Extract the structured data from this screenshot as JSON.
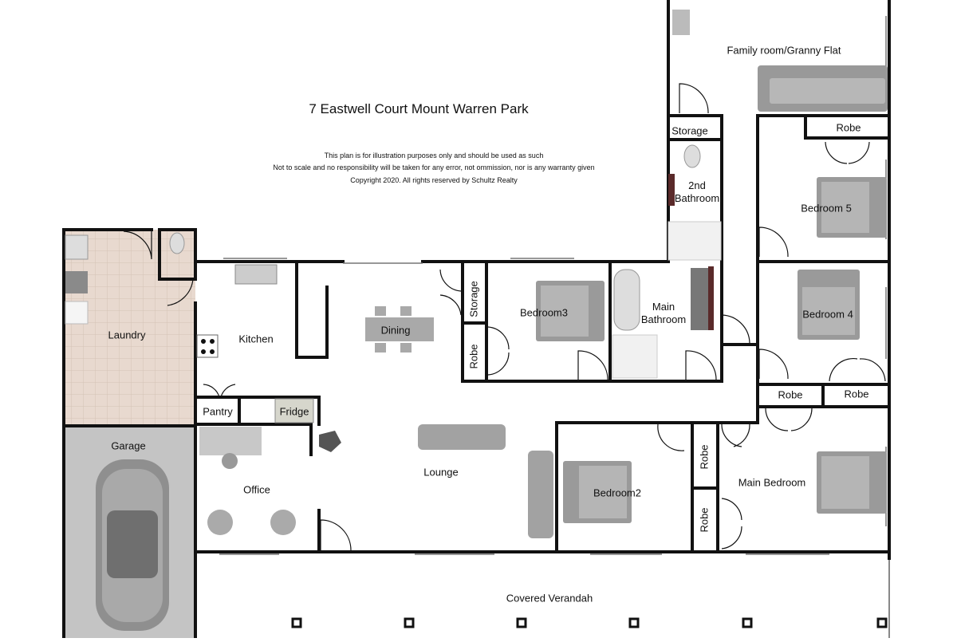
{
  "title": "7 Eastwell Court Mount Warren Park",
  "disclaimer": [
    "This plan is for illustration purposes only and should be used as such",
    "Not to scale and no responsibility will be taken for any error, not ommission, nor is any warranty given",
    "Copyright 2020.  All rights reserved by Schultz Realty"
  ],
  "rooms": {
    "family_room": "Family room/Granny Flat",
    "storage_top": "Storage",
    "second_bathroom": "2nd\nBathroom",
    "robe_bed5": "Robe",
    "bedroom5": "Bedroom 5",
    "laundry": "Laundry",
    "kitchen": "Kitchen",
    "dining": "Dining",
    "storage_side": "Storage",
    "robe_bed3": "Robe",
    "bedroom3": "Bedroom3",
    "main_bathroom": "Main\nBathroom",
    "bedroom4": "Bedroom 4",
    "robe_left": "Robe",
    "robe_right": "Robe",
    "pantry": "Pantry",
    "fridge": "Fridge",
    "garage": "Garage",
    "office": "Office",
    "lounge": "Lounge",
    "bedroom2": "Bedroom2",
    "robe_main_upper": "Robe",
    "robe_main_lower": "Robe",
    "main_bedroom": "Main Bedroom",
    "covered_verandah": "Covered Verandah"
  },
  "colors": {
    "wall": "#111111",
    "laundry_floor": "#e8d9cf",
    "garage_floor": "#c4c4c4",
    "furniture": "#a9a9a9",
    "fridge": "#d6d6cc"
  }
}
